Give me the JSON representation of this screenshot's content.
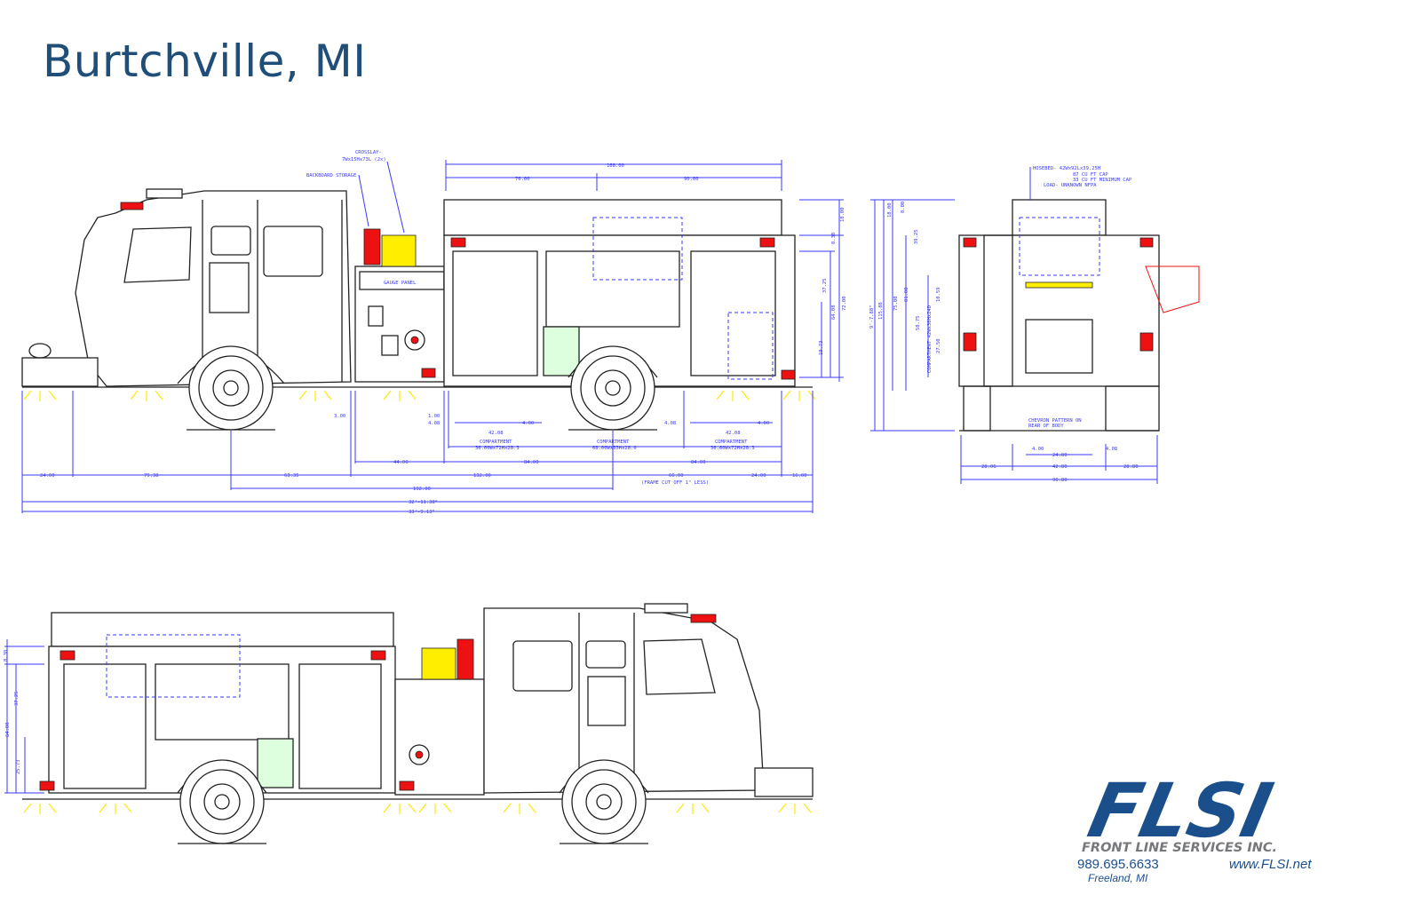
{
  "title": "Burtchville, MI",
  "side_view_top": {
    "callouts": {
      "crosslay": "CROSSLAY-",
      "crosslay_size": "7Wx15Hx73L (2x)",
      "backboard": "BACKBOARD STORAGE",
      "gauge_panel": "GAUGE PANEL"
    },
    "dims_top": [
      "168.00",
      "76.00",
      "90.00"
    ],
    "dims_right": [
      "18.00",
      "8.38",
      "37.25",
      "64.08",
      "72.00",
      "19.73"
    ],
    "dims_bottom": {
      "small": [
        "3.00",
        "1.00",
        "4.08",
        "42.08",
        "4.00",
        "4.08",
        "42.08",
        "4.00"
      ],
      "compartments": [
        {
          "label": "COMPARTMENT",
          "size": "36.60Wx72Hx28.3"
        },
        {
          "label": "COMPARTMENT",
          "size": "68.00Wx33Hx28.0"
        },
        {
          "label": "COMPARTMENT",
          "size": "36.60Wx72Hx28.3"
        }
      ],
      "row1": [
        "44.00",
        "84.00",
        "84.00"
      ],
      "row2": [
        "24.00",
        "79.38",
        "63.35",
        "132.00",
        "66.00",
        "24.00",
        "16.00"
      ],
      "wheelbase": "192.00",
      "frame_note": "(FRAME CUT OFF 1\" LESS)",
      "overall1": "32'-11.38\"",
      "overall2": "33'-9.13\""
    }
  },
  "rear_view": {
    "hosebed_note": [
      "HOSEBED- 42Wx92Lx39.25H",
      "87 CU FT CAP",
      "33 CU FT MINIMUM CAP",
      "LOAD- UNKNOWN NFPA"
    ],
    "dims_left": [
      "9'-7.88\"",
      "115.88",
      "18.00",
      "75.00",
      "8.00",
      "39.25",
      "81.00",
      "10.59",
      "58.75",
      "27.50"
    ],
    "compartment_note": "COMPARTMENT 42Wx30Hx24D",
    "chevron_note": [
      "CHEVRON PATTERN ON",
      "REAR OF BODY"
    ],
    "dims_bottom": [
      "4.00",
      "4.08",
      "24.80",
      "28.06",
      "42.80",
      "28.80",
      "96.80"
    ]
  },
  "side_view_bottom": {
    "dims_left": [
      "8.38",
      "37.25",
      "64.08",
      "25.73"
    ]
  },
  "logo": {
    "brand": "FLSI",
    "company": "FRONT LINE SERVICES INC.",
    "phone": "989.695.6633",
    "website": "www.FLSI.net",
    "location": "Freeland, MI",
    "colors": {
      "gray": "#77787b",
      "blue": "#1b4f8c"
    }
  }
}
